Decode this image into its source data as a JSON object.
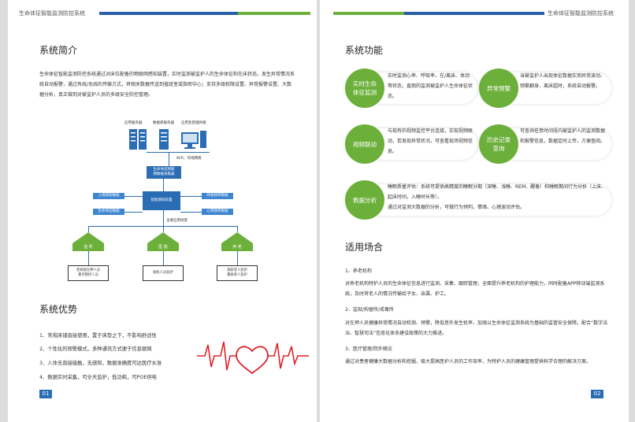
{
  "header": {
    "left_title": "生命体征智能监测防控系统",
    "right_title": "生命体征智能监测防控系统",
    "colors": {
      "green": "#6cb03b",
      "blue": "#2a5fa8"
    }
  },
  "left": {
    "intro_title": "系统简介",
    "intro_text": "生命体征智能监测防控系统通过对床位配备的物联网感知装置，实时监测被监护人的生命体征和在床状态。发生异常情况系统自动报警，通过有线/无线的传输方式，将相关数据传送到值班室或指挥中心；支持多级权限设置、异常报警设置、大数据分析，真正做到对被监护人员的多级安全防控管理。",
    "diagram": {
      "servers": [
        "应用服务器",
        "数据库服务器",
        "应用及管理终端"
      ],
      "network": "WiFi、有线网络",
      "gateway": "生命体征物联\n网数据采集器",
      "core": "智能感知装置",
      "left_items": [
        "入侵感知数据",
        "生命体征数据"
      ],
      "right_items": [
        "呼吸频率数据",
        "心率频率数据"
      ],
      "bus": "主要应用场景",
      "scenes": [
        "监 所",
        "医 院",
        "养 老"
      ],
      "scene_notes": [
        "老病残在押人员\n重点管控人员",
        "病危人员监护",
        "高龄老人监护\n重病老人监护"
      ]
    },
    "adv_title": "系统优势",
    "adv_items": [
      "1、常规床铺直接使用，置于床垫之下，不影响舒适性",
      "2、个性化的预警模式，多种通讯方式便于信息联网",
      "3、人体无直接接触，无感知，数据准确度可达医疗水准",
      "4、数据实时采集，可全天监护，低功耗，可POE供电"
    ],
    "page_num": "01"
  },
  "right": {
    "func_title": "系统功能",
    "functions": [
      {
        "label": "实时生命\n体征监测",
        "text": "实时监测心率、呼吸率，在/离床、体动等状态，直观的监测被监护人生命体征状态。"
      },
      {
        "label": "异常预警",
        "text": "当被监护人出现体征数据实测异常波动、频繁翻身、离床超时，系统自动报警。"
      },
      {
        "label": "视频联动",
        "text": "与现有的视频监控平台连接，实现视频联动，若发现异常状况，可查看现场视频信息。"
      },
      {
        "label": "历史记录\n查询",
        "text": "可查询任意时间段内被监护人的监测数据和报警信息，数据定时上传，方便查阅。"
      },
      {
        "label": "数据分析",
        "text": "睡眠质量评估：系统可提供高精度的睡眠分期（深睡、浅睡、REM、醒着）和睡眠期间行为分析（上床、起床时间，入睡时长等）。\n通过对监测大数据的分析，可做行为预判，情绪、心理波动评估。"
      }
    ],
    "scene_title": "适用场合",
    "scenes": [
      {
        "heading": "1、养老机构",
        "text": "对养老机构特护人员的生命体征信息进行监测、采集、跟踪管理，全面提升养老机构的护理能力，同时配备APP移动端监测系统，及时将老人的情况传输给子女、亲属、护工。"
      },
      {
        "heading": "2、监狱/拘留所/戒毒所",
        "text": "对在押人员健康异常情况自动检测、预警，降低意外发生机率，加强以生命体征监测系统为基础的监管安全保障。配合“数字法治、智慧司法”信息化体系建设政策的大力推进。"
      },
      {
        "heading": "3、医疗管理/院外随访",
        "text": "通过对患者健康大数据分析和挖掘，极大提高医护人员的工作效率，为特护人员的健康管理提供科学合理的解决方案。"
      }
    ],
    "page_num": "02"
  }
}
